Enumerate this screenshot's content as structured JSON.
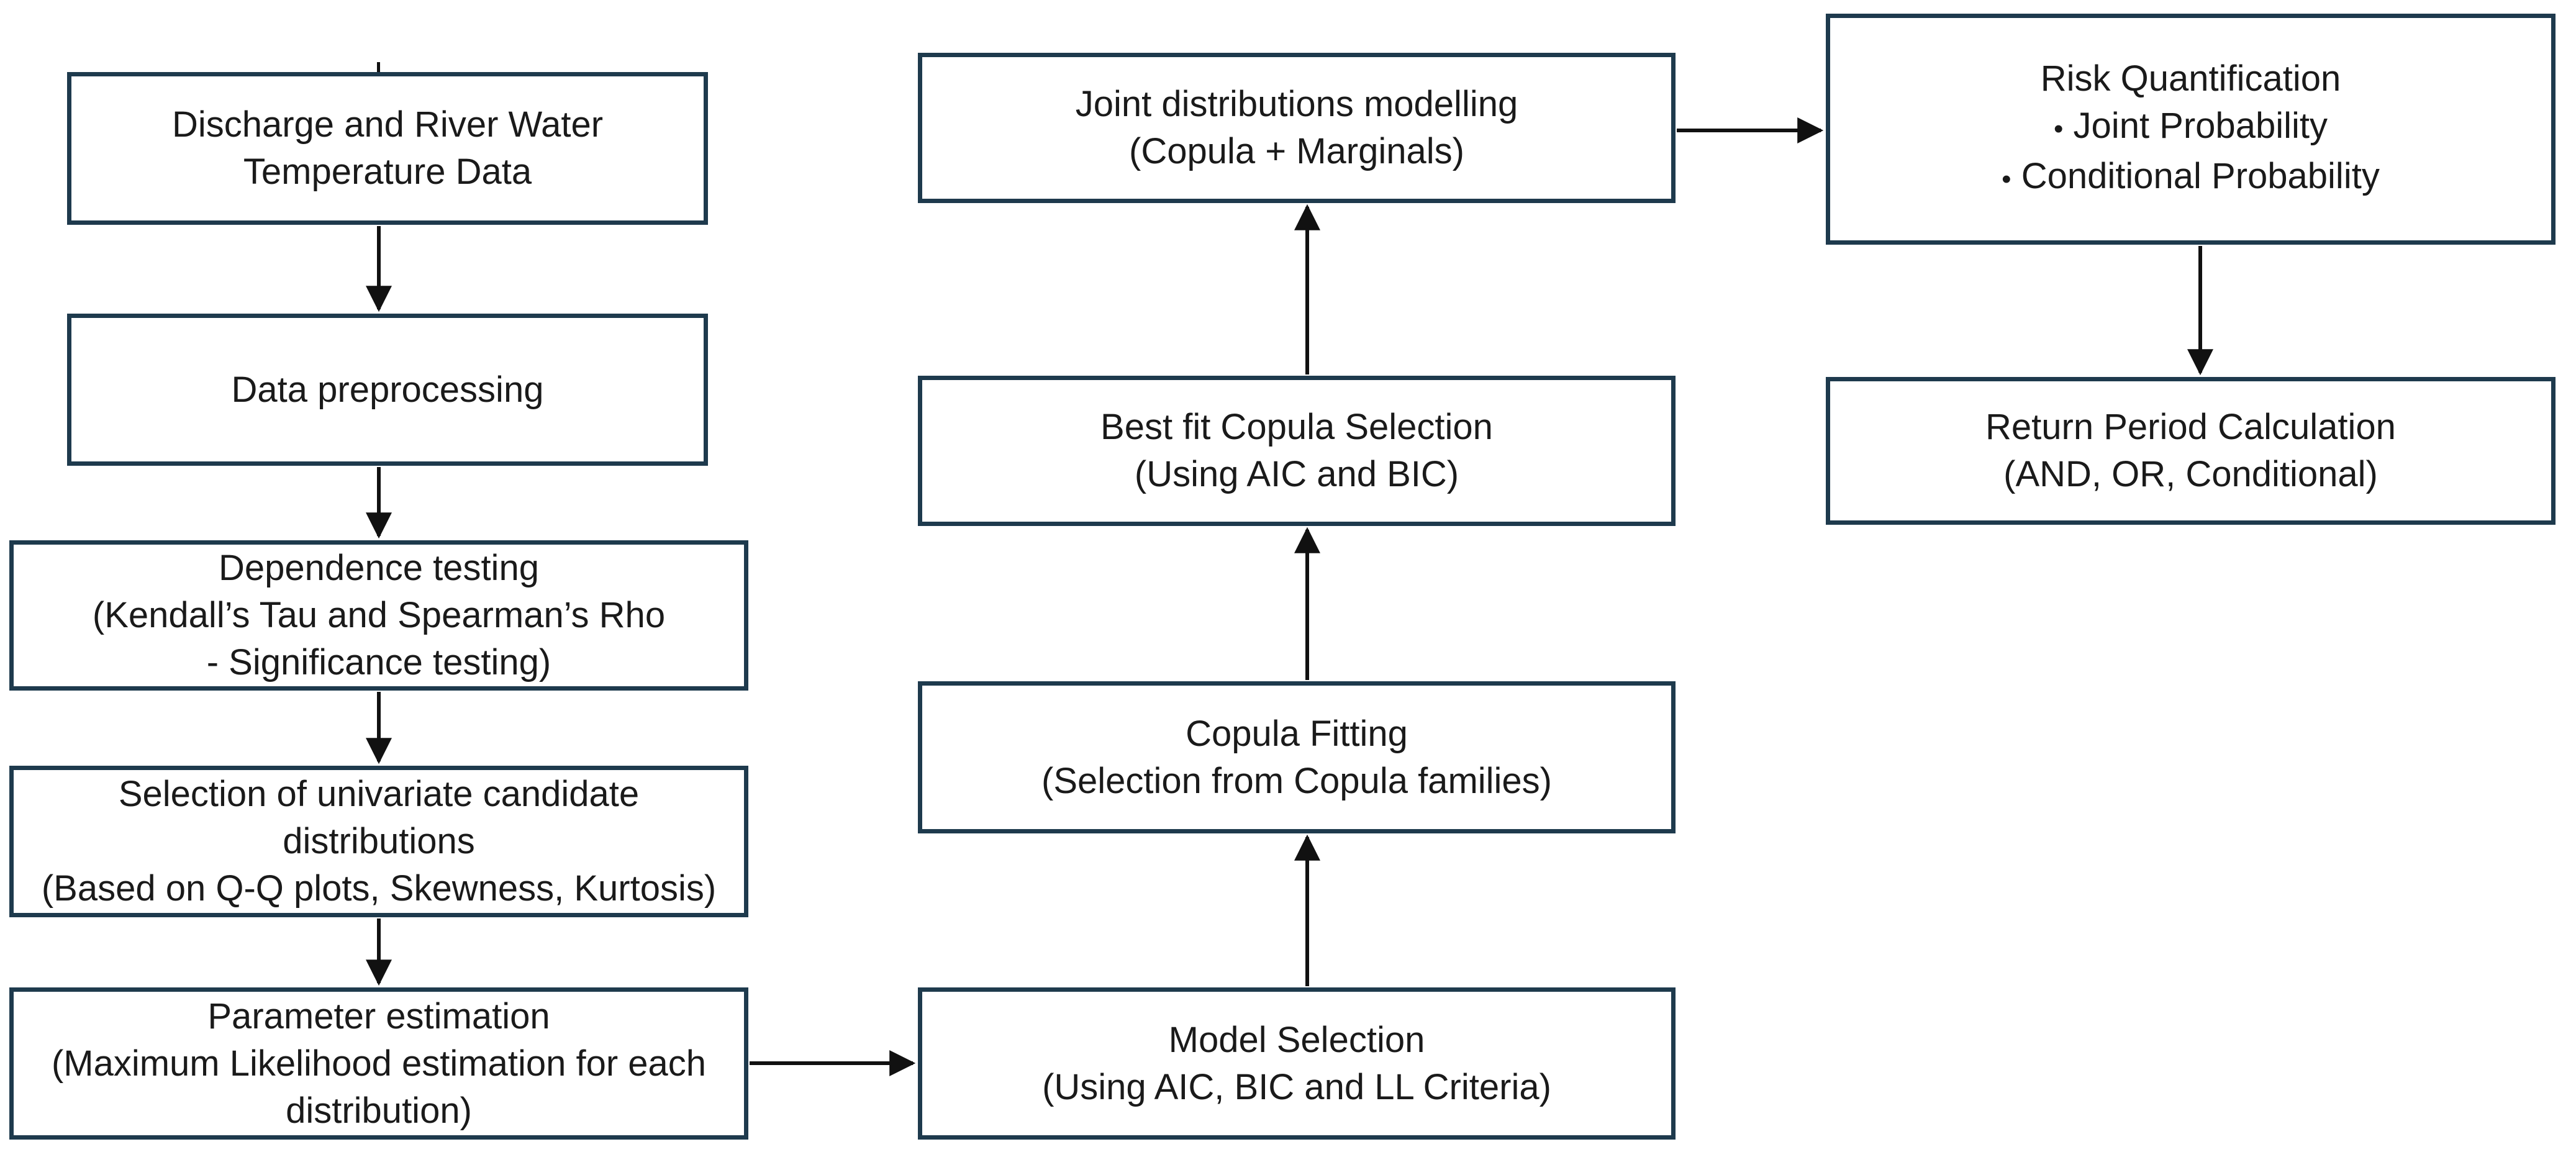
{
  "diagram": {
    "colors": {
      "box_border": "#1e3a4d",
      "arrow": "#111111",
      "text": "#1a1a1a",
      "background": "#ffffff"
    },
    "bullet_glyph": "•"
  },
  "nodes": {
    "discharge_data": {
      "line1": "Discharge and River Water",
      "line2": "Temperature Data"
    },
    "data_preprocessing": {
      "line1": "Data preprocessing"
    },
    "dependence_testing": {
      "line1": "Dependence testing",
      "line2": "(Kendall’s Tau and Spearman’s Rho",
      "line3": "- Significance testing)"
    },
    "univariate_selection": {
      "line1": "Selection of univariate candidate",
      "line2": "distributions",
      "line3": "(Based on Q-Q plots, Skewness, Kurtosis)"
    },
    "parameter_estimation": {
      "line1": "Parameter estimation",
      "line2": "(Maximum Likelihood estimation for each",
      "line3": "distribution)"
    },
    "model_selection": {
      "line1": "Model Selection",
      "line2": "(Using AIC, BIC and LL Criteria)"
    },
    "copula_fitting": {
      "line1": "Copula Fitting",
      "line2": "(Selection from Copula families)"
    },
    "best_fit_copula": {
      "line1": "Best fit Copula Selection",
      "line2": "(Using AIC and BIC)"
    },
    "joint_distributions": {
      "line1": "Joint distributions modelling",
      "line2": "(Copula + Marginals)"
    },
    "risk_quantification": {
      "title": "Risk Quantification",
      "bullets": [
        "Joint Probability",
        "Conditional Probability"
      ]
    },
    "return_period": {
      "line1": "Return Period Calculation",
      "line2": "(AND, OR, Conditional)"
    }
  }
}
